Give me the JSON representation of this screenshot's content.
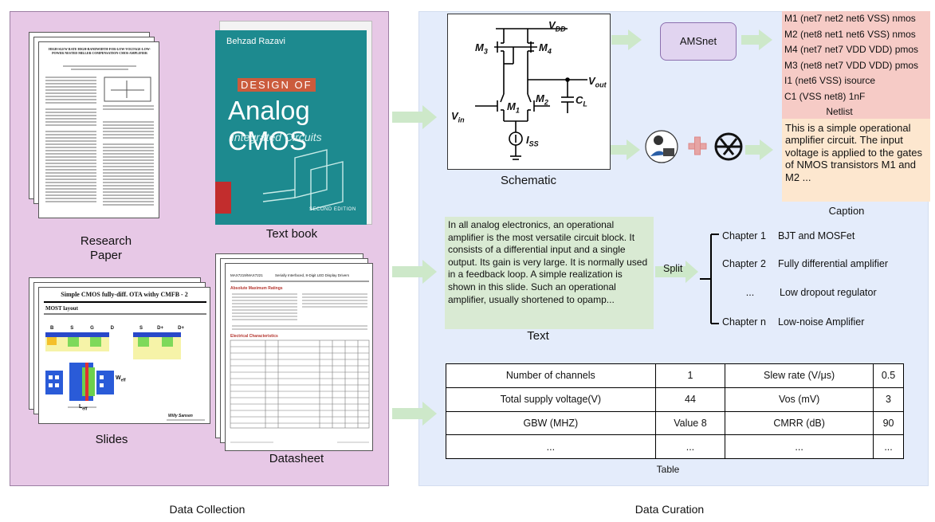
{
  "collection": {
    "label": "Data Collection",
    "research_paper": {
      "caption_line1": "Research",
      "caption_line2": "Paper",
      "title": "HIGH-SLEW RATE HIGH-BANDWIDTH-FOR-LOW-VOLTAGE-LOW-POWER NESTED MILLER COMPENSATION CMOS AMPLIFIER"
    },
    "textbook": {
      "caption": "Text book",
      "author": "Behzad Razavi",
      "design_of": "DESIGN OF",
      "title": "Analog CMOS",
      "subtitle": "Integrated Circuits",
      "edition": "SECOND EDITION",
      "cover_color": "#1d8a8f"
    },
    "slides": {
      "caption": "Slides",
      "slide_title": "Simple CMOS fully-diff. OTA withy CMFB - 2",
      "section_title": "MOST layout",
      "terminals_left": [
        "B",
        "S",
        "G",
        "D"
      ],
      "terminals_right": [
        "S",
        "D+",
        "D+"
      ],
      "w_label": "W",
      "w_sub": "eff",
      "l_label": "L",
      "l_sub": "eff",
      "footer": "Willy Sansen"
    },
    "datasheet": {
      "caption": "Datasheet",
      "part": "MAX7219/MAX7221",
      "title": "Serially Interfaced, 8-Digit LED Display Drivers",
      "section1": "Absolute Maximum Ratings",
      "section2": "Electrical Characteristics"
    }
  },
  "curation": {
    "label": "Data Curation",
    "schematic": {
      "caption": "Schematic",
      "vdd": "V",
      "vdd_sub": "DD",
      "vout": "V",
      "vout_sub": "out",
      "vin": "V",
      "vin_sub": "in",
      "m1": "M",
      "m1_sub": "1",
      "m2": "M",
      "m2_sub": "2",
      "m3": "M",
      "m3_sub": "3",
      "m4": "M",
      "m4_sub": "4",
      "cl": "C",
      "cl_sub": "L",
      "iss": "I",
      "iss_sub": "SS"
    },
    "amsnet": "AMSnet",
    "netlist": {
      "caption": "Netlist",
      "lines": [
        "M1 (net7 net2 net6 VSS) nmos",
        "M2 (net8 net1 net6 VSS) nmos",
        "M4 (net7 net7 VDD VDD) pmos",
        "M3 (net8 net7 VDD VDD) pmos",
        "I1 (net6 VSS) isource",
        "C1 (VSS net8) 1nF"
      ]
    },
    "caption_block": {
      "caption": "Caption",
      "text": "This is a simple operational amplifier circuit. The input voltage is applied to the gates of NMOS transistors M1 and M2 ..."
    },
    "text_block": {
      "caption": "Text",
      "text": "In all analog electronics, an operational amplifier is the most versatile circuit block. It consists of a differential input and a single output. Its gain is very large. It is normally used in a feedback loop. A simple realization is shown in this slide.  Such an operational amplifier, usually shortened to opamp..."
    },
    "split_label": "Split",
    "chapters": [
      {
        "num": "Chapter 1",
        "title": "BJT and MOSFet"
      },
      {
        "num": "Chapter 2",
        "title": "Fully differential amplifier"
      },
      {
        "num": "...",
        "title": "Low dropout regulator"
      },
      {
        "num": "Chapter n",
        "title": "Low-noise Amplifier"
      }
    ],
    "table": {
      "caption": "Table",
      "rows": [
        [
          "Number of channels",
          "1",
          "Slew rate (V/μs)",
          "0.5"
        ],
        [
          "Total supply voltage(V)",
          "44",
          "Vos (mV)",
          "3"
        ],
        [
          "GBW (MHZ)",
          "Value 8",
          "CMRR (dB)",
          "90"
        ],
        [
          "...",
          "...",
          "...",
          "..."
        ]
      ]
    },
    "colors": {
      "arrow": "#cde8c9",
      "netlist_bg": "#f6cbc6",
      "caption_bg": "#fde7cf",
      "text_bg": "#d9ead3",
      "amsnet_bg": "#e1d4f0",
      "left_panel": "#e7c8e6",
      "right_panel": "#e4ecfb"
    }
  }
}
